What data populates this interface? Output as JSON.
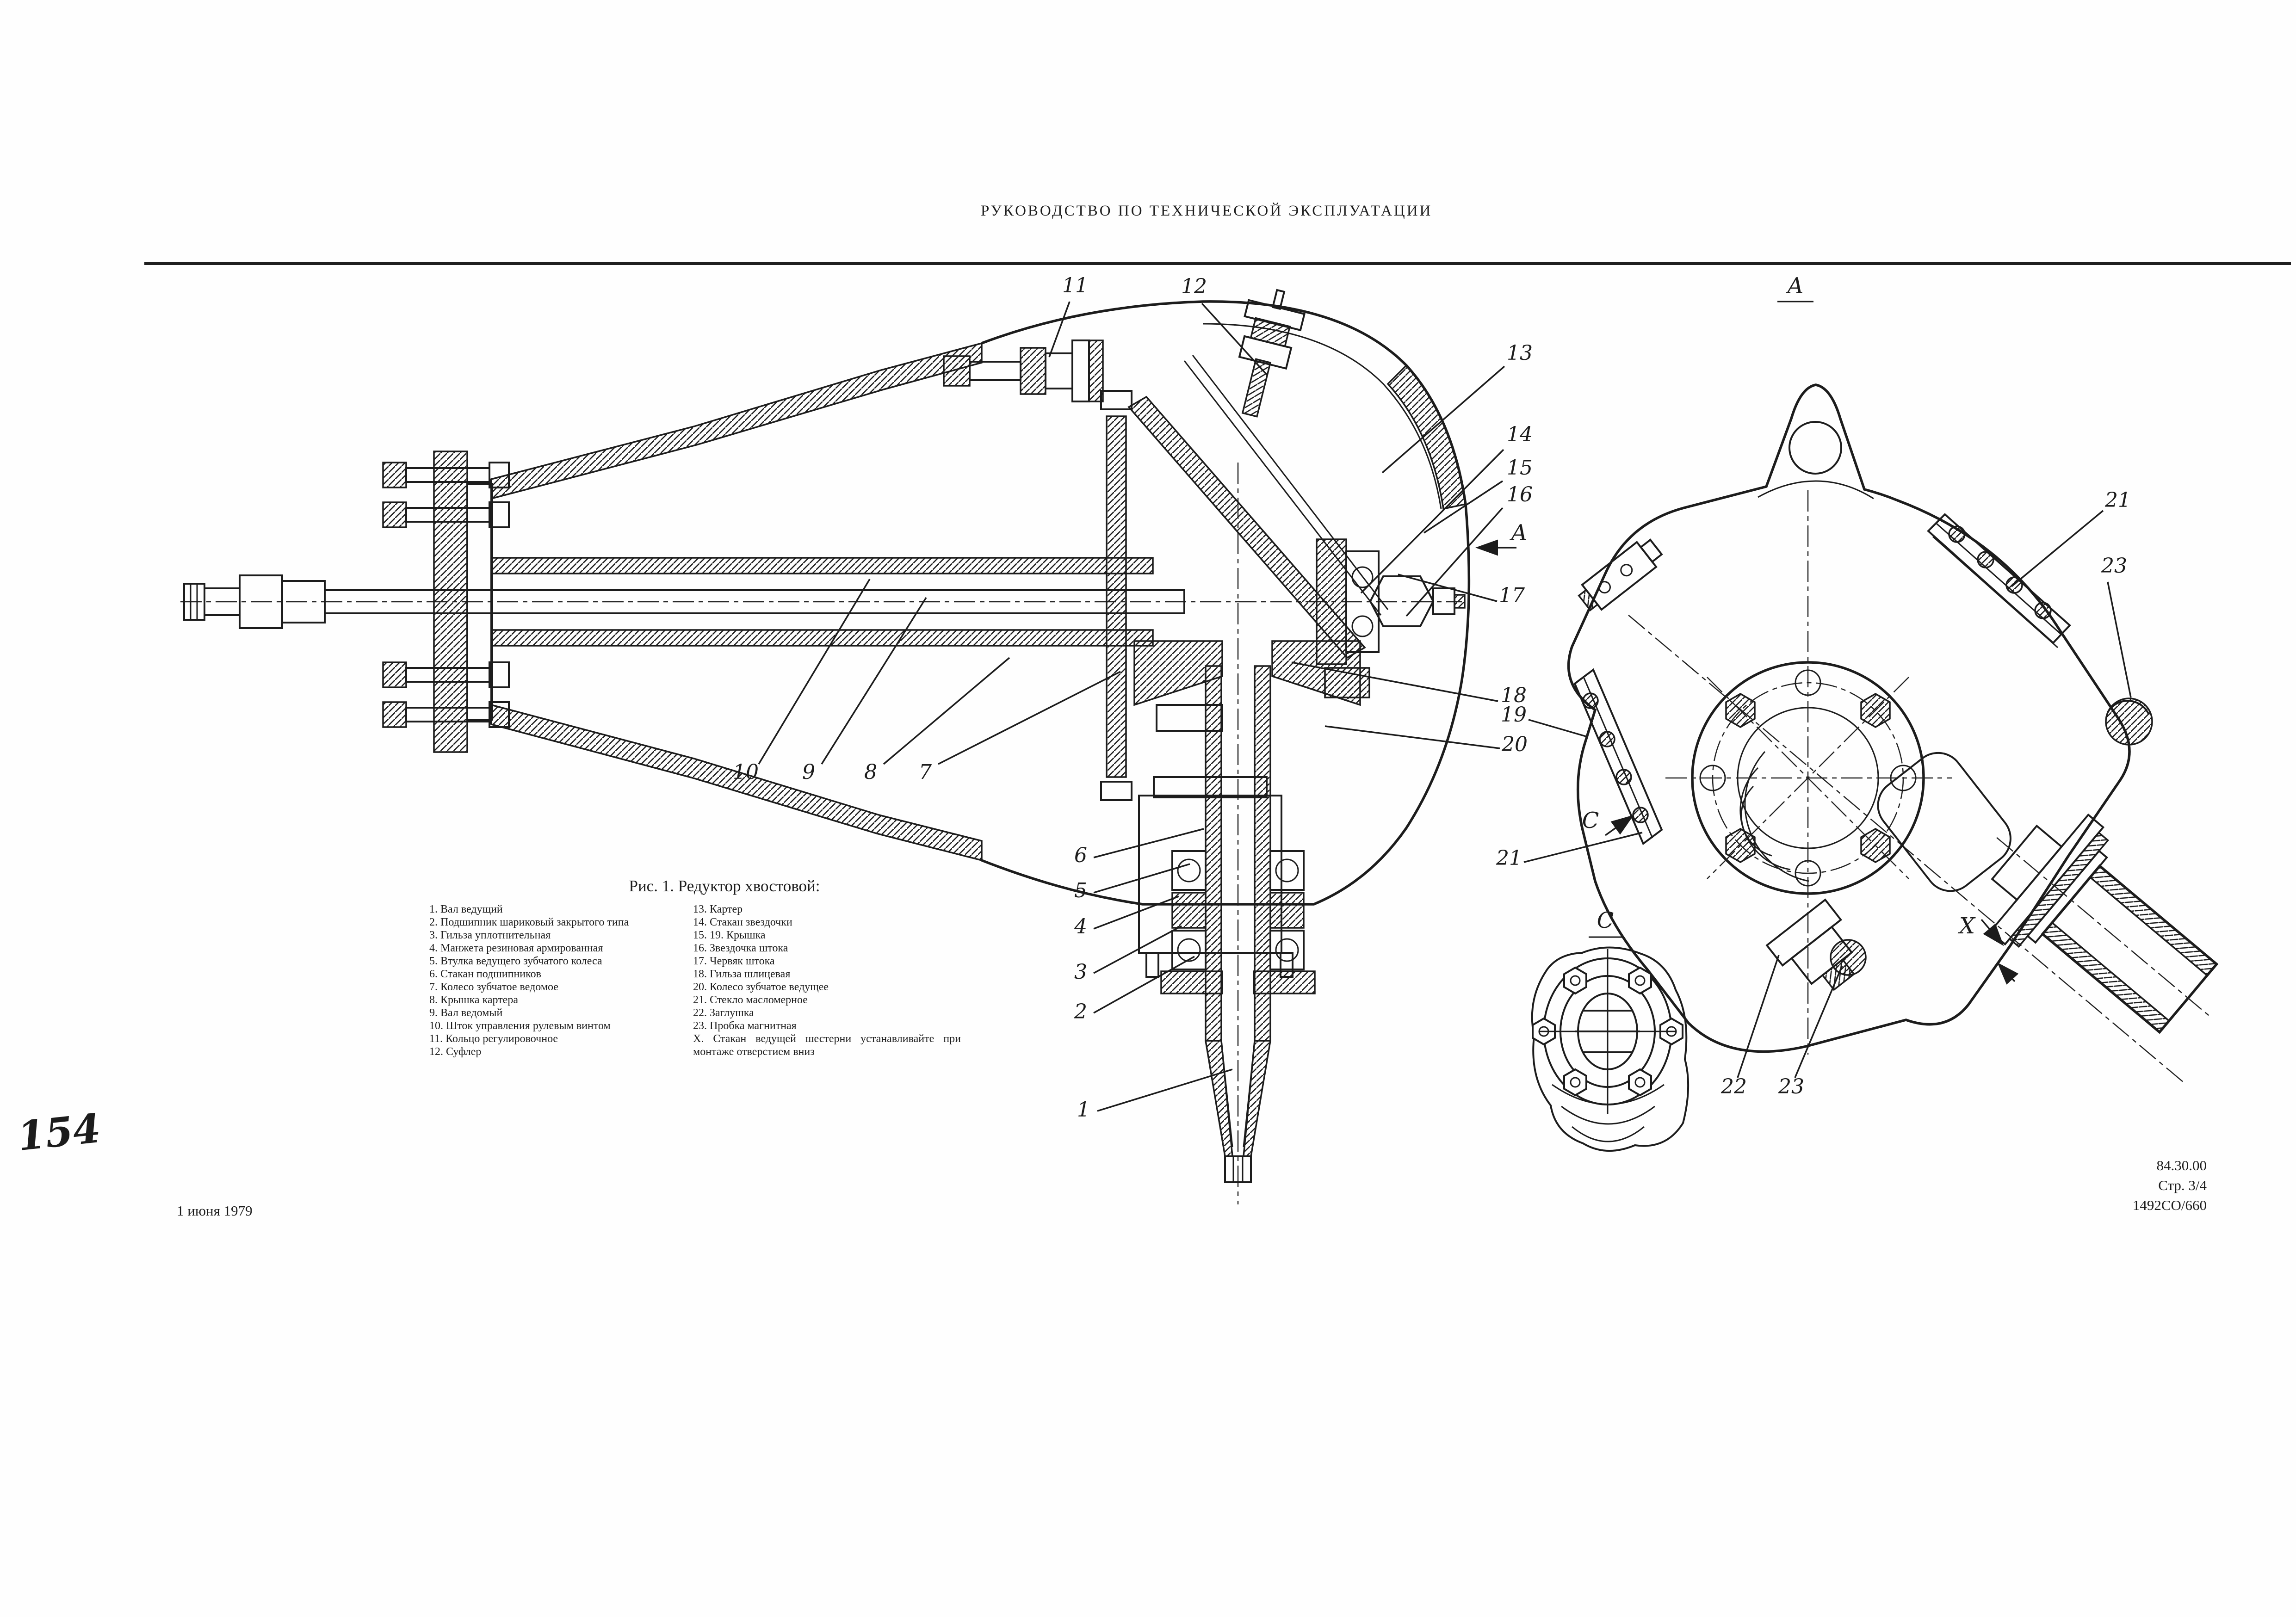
{
  "page": {
    "header_title": "РУКОВОДСТВО ПО ТЕХНИЧЕСКОЙ ЭКСПЛУАТАЦИИ",
    "handwritten_page_number": "154",
    "footer_date": "1 июня 1979",
    "footer_doc_code": "84.30.00",
    "footer_page": "Стр. 3/4",
    "footer_doc_number": "1492CO/660"
  },
  "figure": {
    "caption": "Рис. 1. Редуктор хвостовой:",
    "parts_left": [
      "1. Вал ведущий",
      "2. Подшипник шариковый закрытого типа",
      "3. Гильза уплотнительная",
      "4. Манжета резиновая армированная",
      "5. Втулка ведущего зубчатого колеса",
      "6. Стакан подшипников",
      "7. Колесо зубчатое ведомое",
      "8. Крышка картера",
      "9. Вал ведомый",
      "10. Шток управления рулевым винтом",
      "11. Кольцо регулировочное",
      "12. Суфлер"
    ],
    "parts_right": [
      "13. Картер",
      "14. Стакан звездочки",
      "15. 19. Крышка",
      "16. Звездочка штока",
      "17. Червяк штока",
      "18. Гильза шлицевая",
      "20. Колесо зубчатое ведущее",
      "21. Стекло масломерное",
      "22. Заглушка",
      "23. Пробка магнитная",
      "X. Стакан ведущей шестерни устанавливайте при",
      "монтаже отверстием вниз"
    ],
    "view_labels": {
      "a": "A",
      "c": "C",
      "x": "X"
    },
    "callouts": {
      "n1": "1",
      "n2": "2",
      "n3": "3",
      "n4": "4",
      "n5": "5",
      "n6": "6",
      "n7": "7",
      "n8": "8",
      "n9": "9",
      "n10": "10",
      "n11": "11",
      "n12": "12",
      "n13": "13",
      "n14": "14",
      "n15": "15",
      "n16": "16",
      "n17": "17",
      "n18": "18",
      "n19": "19",
      "n20": "20",
      "n21": "21",
      "n22": "22",
      "n23": "23"
    }
  }
}
